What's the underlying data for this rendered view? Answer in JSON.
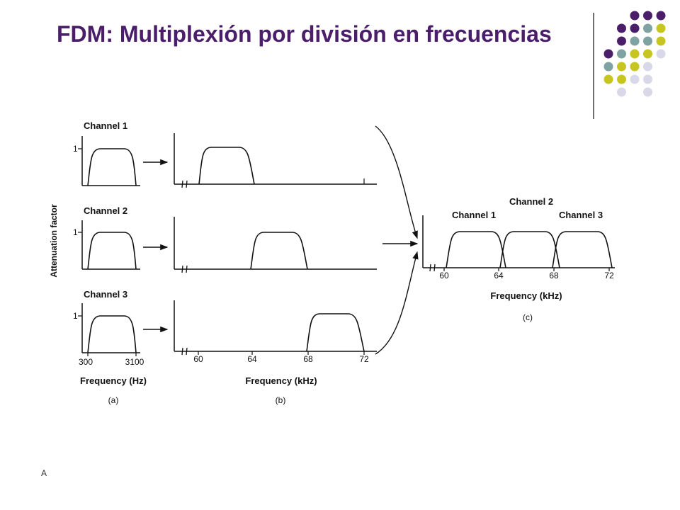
{
  "slide": {
    "title": "FDM: Multiplexión por división en frecuencias",
    "footer": "A"
  },
  "decoration": {
    "dot_colors": {
      "purple": "#4b1e6a",
      "teal": "#7fa2a3",
      "olive": "#c7c51f",
      "lavender": "#d8d8e8"
    }
  },
  "diagram": {
    "y_axis_label": "Attenuation factor",
    "tick_one": "1",
    "arrow_color": "#111111",
    "channels": [
      {
        "label": "Channel 1"
      },
      {
        "label": "Channel 2"
      },
      {
        "label": "Channel 3"
      }
    ],
    "panel_a": {
      "ticks": [
        "300",
        "3100"
      ],
      "xlabel": "Frequency (Hz)",
      "caption": "(a)"
    },
    "panel_b": {
      "ticks": [
        "60",
        "64",
        "68",
        "72"
      ],
      "xlabel": "Frequency (kHz)",
      "caption": "(b)"
    },
    "panel_c": {
      "channel_labels": [
        "Channel 1",
        "Channel 2",
        "Channel 3"
      ],
      "ticks": [
        "60",
        "64",
        "68",
        "72"
      ],
      "xlabel": "Frequency (kHz)",
      "caption": "(c)"
    }
  }
}
